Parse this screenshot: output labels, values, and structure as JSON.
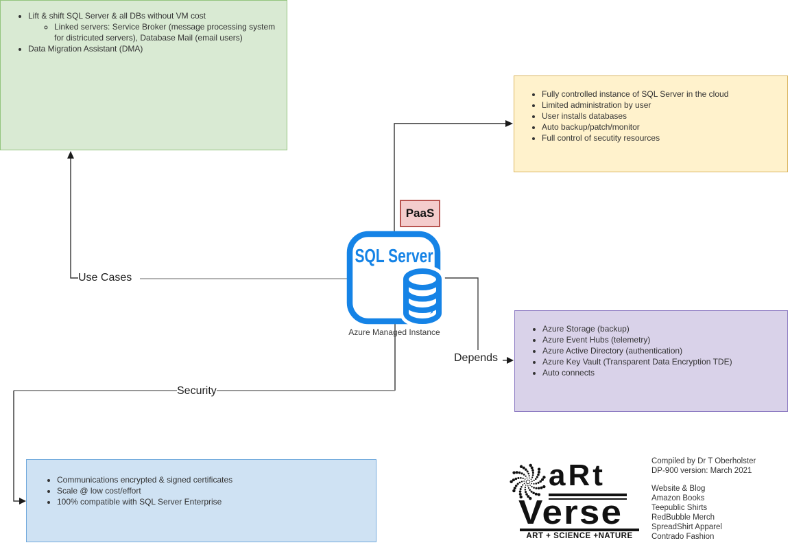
{
  "diagram": {
    "paas_tag": "PaaS",
    "icon": {
      "title": "SQL Server",
      "caption": "Azure Managed Instance"
    },
    "connector_labels": {
      "use_cases": "Use Cases",
      "depends": "Depends",
      "security": "Security"
    }
  },
  "boxes": {
    "use_cases": {
      "items": [
        "Lift & shift SQL Server & all DBs without VM cost",
        "Linked servers: Service Broker (message processing system for districuted servers), Database Mail (email users)",
        "Data Migration Assistant (DMA)"
      ]
    },
    "paas_features": {
      "items": [
        "Fully controlled instance of SQL Server in the cloud",
        "Limited administration by user",
        "User installs databases",
        "Auto backup/patch/monitor",
        "Full control of secutity resources"
      ]
    },
    "dependencies": {
      "items": [
        "Azure Storage (backup)",
        "Azure Event Hubs (telemetry)",
        "Azure Active Directory (authentication)",
        "Azure Key Vault (Transparent Data Encryption TDE)",
        "Auto connects"
      ]
    },
    "security": {
      "items": [
        "Communications encrypted & signed certificates",
        "Scale @ low cost/effort",
        "100% compatible with SQL Server Enterprise"
      ]
    }
  },
  "credits": {
    "compiled_by": "Compiled by Dr T Oberholster",
    "version": "DP-900 version: March 2021",
    "links": [
      "Website & Blog",
      "Amazon Books",
      "Teepublic Shirts",
      "RedBubble Merch",
      "SpreadShirt Apparel",
      "Contrado Fashion"
    ]
  },
  "logo": {
    "word_top": "aRt",
    "word_bottom": "Verse",
    "tagline": "ART + SCIENCE +NATURE"
  },
  "colors": {
    "use_cases_fill": "#d9ead3",
    "use_cases_border": "#93c47d",
    "paas_features_fill": "#fff2cc",
    "paas_features_border": "#d9b45f",
    "dependencies_fill": "#d9d2e9",
    "dependencies_border": "#8e7cc3",
    "security_fill": "#cfe2f3",
    "security_border": "#6fa8dc",
    "paas_tag_fill": "#f4cccc",
    "paas_tag_border": "#b85450",
    "icon_blue": "#1583e6",
    "connector_dark": "#333333",
    "connector_gray": "#999999"
  }
}
